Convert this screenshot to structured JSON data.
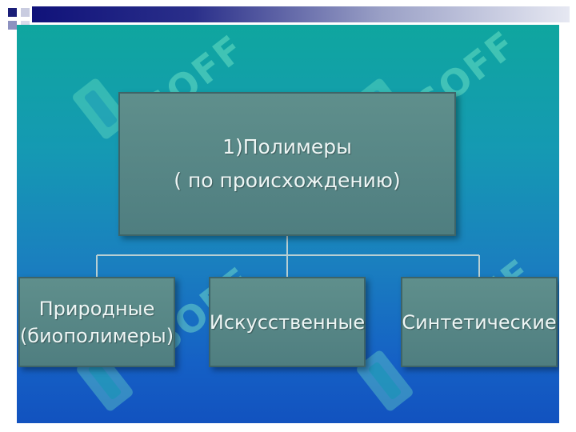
{
  "root": {
    "line1": "1)Полимеры",
    "line2": "( по происхождению)"
  },
  "children": [
    {
      "line1": "Природные",
      "line2": "(биополимеры)"
    },
    {
      "line1": "Искусственные"
    },
    {
      "line1": "Синтетические"
    }
  ],
  "watermark": "SOFF",
  "colors": {
    "box_fill": "#578583",
    "box_text": "#eef6f5",
    "connector": "#b7cfd3",
    "bg_top": "#0fa69f",
    "bg_bottom": "#1252bf"
  }
}
